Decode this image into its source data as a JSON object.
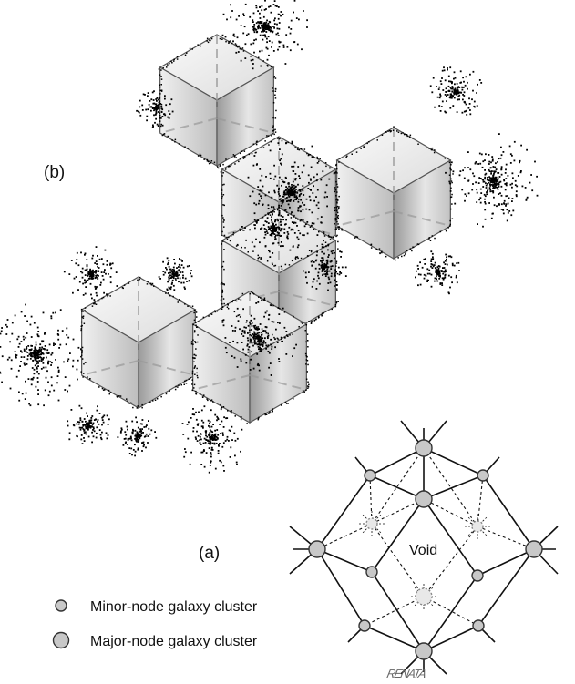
{
  "panel_b": {
    "label": "(b)"
  },
  "panel_a": {
    "label": "(a)",
    "void_label": "Void"
  },
  "legend": {
    "items": [
      {
        "label": "Minor-node galaxy cluster",
        "marker": "minor"
      },
      {
        "label": "Major-node galaxy cluster",
        "marker": "major"
      }
    ]
  },
  "credit": {
    "text": "RENATA"
  },
  "colors": {
    "node_fill": "#c8c8c8",
    "node_stroke": "#333333",
    "cell_light": "#f2f2f2",
    "cell_mid": "#d4d4d4",
    "cell_dark": "#a8a8a8",
    "filament": "#000000"
  }
}
